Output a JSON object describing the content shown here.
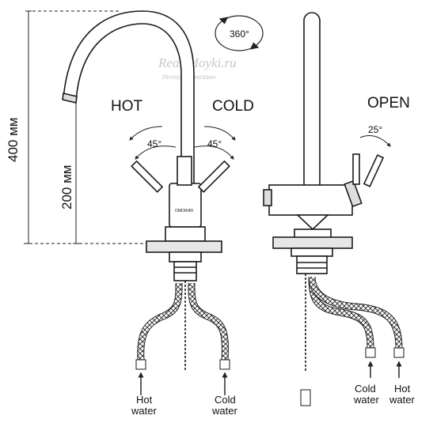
{
  "labels": {
    "hot": "HOT",
    "cold": "COLD",
    "open": "OPEN",
    "rotation": "360°",
    "angle_hot": "45°",
    "angle_cold": "45°",
    "angle_open": "25°",
    "height_total": "400 мм",
    "height_spout": "200 мм",
    "brand": "OMOIKIRI"
  },
  "water": {
    "left_hot_line1": "Hot",
    "left_hot_line2": "water",
    "left_cold_line1": "Cold",
    "left_cold_line2": "water",
    "right_cold_line1": "Cold",
    "right_cold_line2": "water",
    "right_hot_line1": "Hot",
    "right_hot_line2": "water"
  },
  "watermark": {
    "main": "Real-Moyki.ru",
    "sub": "Интернет-магазин"
  },
  "colors": {
    "line": "#1a1a1a",
    "fill": "#ffffff",
    "shade": "#dedede",
    "watermark": "#c9c9c9"
  }
}
